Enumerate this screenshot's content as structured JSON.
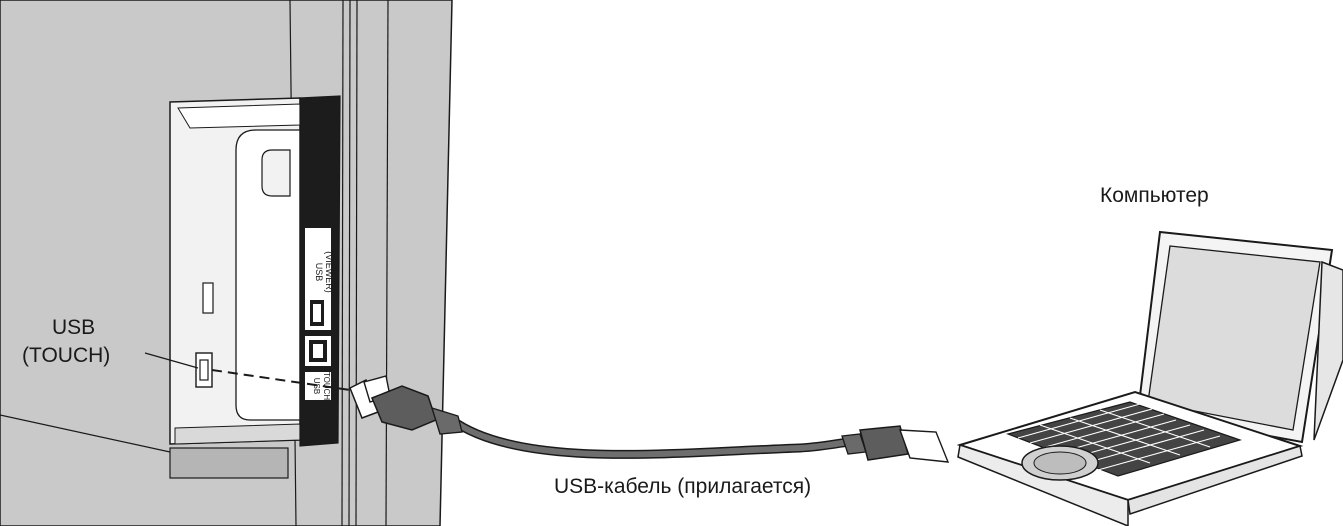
{
  "labels": {
    "usb_touch_line1": "USB",
    "usb_touch_line2": "(TOUCH)",
    "computer": "Компьютер",
    "cable": "USB-кабель (прилагается)"
  },
  "panel_port_labels": {
    "viewer_line1": "USB",
    "viewer_line2": "(VIEWER)",
    "touch_line1": "USB",
    "touch_line2": "(TOUCH)"
  },
  "colors": {
    "panel_gray": "#c9c9c9",
    "strip_black": "#1c1c1c",
    "cable_gray": "#6e6e6e",
    "outline": "#1a1a1a"
  }
}
